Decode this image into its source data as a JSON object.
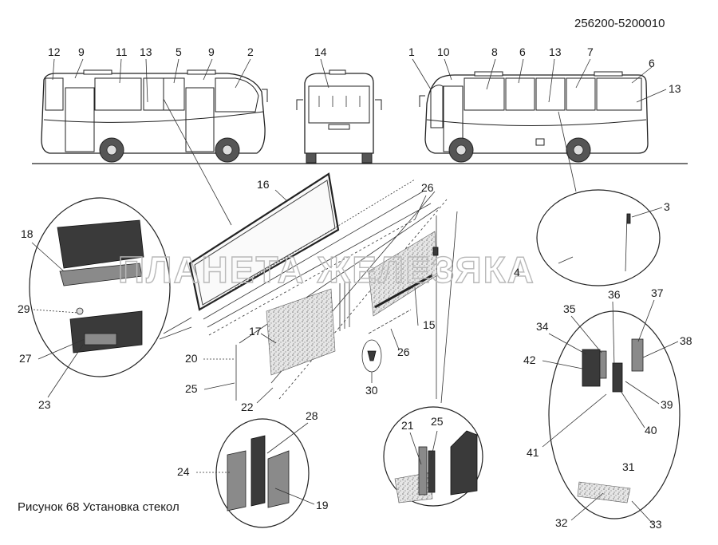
{
  "drawing_code": "256200-5200010",
  "caption": "Рисунок 68  Установка стекол",
  "watermark": "ПЛАНЕТА ЖЕЛЕЗЯКА",
  "callouts": [
    "1",
    "2",
    "3",
    "4",
    "5",
    "6",
    "7",
    "8",
    "9",
    "10",
    "11",
    "12",
    "13",
    "14",
    "15",
    "16",
    "17",
    "18",
    "19",
    "20",
    "21",
    "22",
    "23",
    "24",
    "25",
    "26",
    "27",
    "28",
    "29",
    "30",
    "31",
    "32",
    "33",
    "34",
    "35",
    "36",
    "37",
    "38",
    "39",
    "40",
    "41",
    "42"
  ]
}
